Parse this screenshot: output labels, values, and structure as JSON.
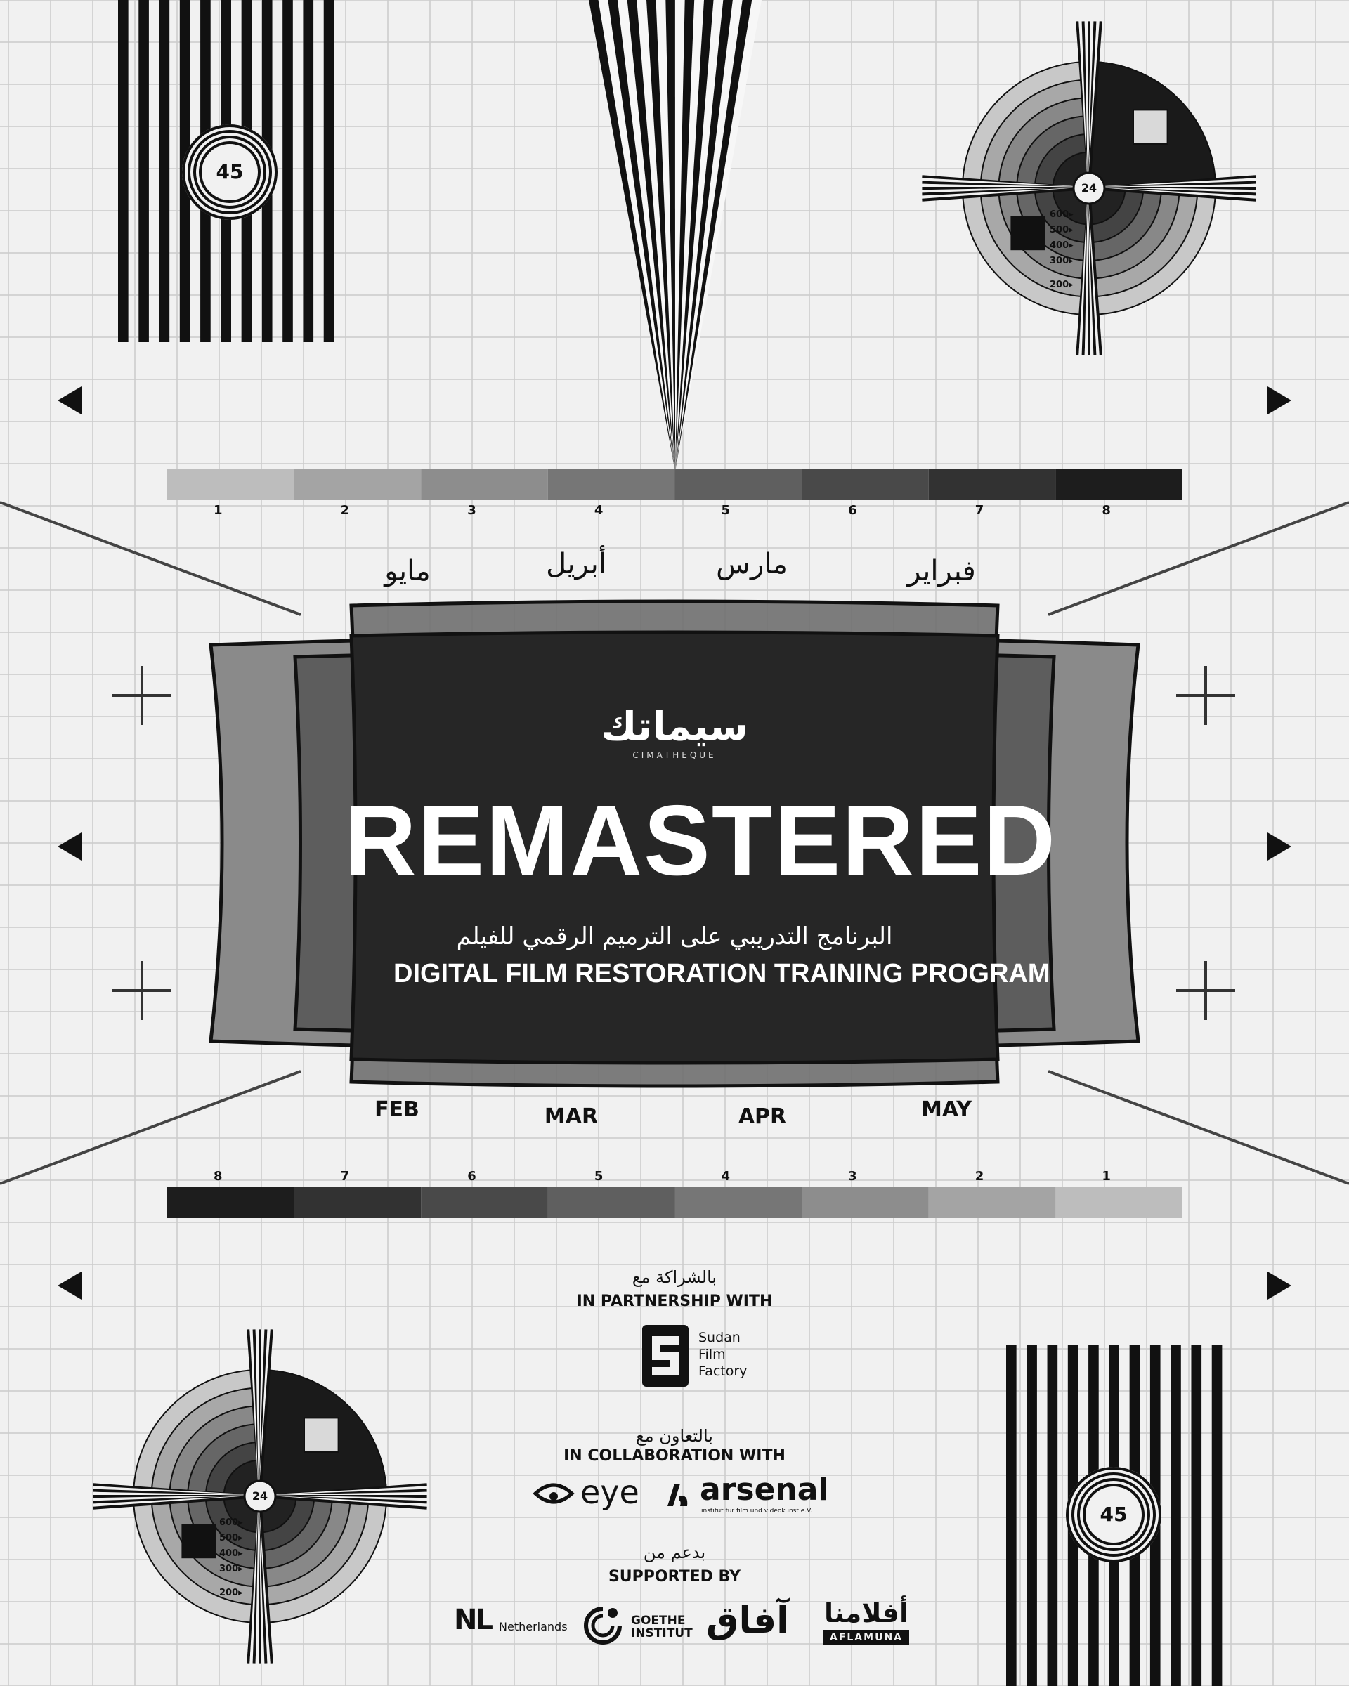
{
  "brand": {
    "logo_arabic": "سيماتك",
    "logo_latin": "CIMATHEQUE"
  },
  "title": "REMASTERED",
  "subtitle_arabic": "البرنامج التدريبي على الترميم الرقمي للفيلم",
  "subtitle_english": "DIGITAL FILM RESTORATION TRAINING PROGRAM",
  "months_arabic": [
    "مايو",
    "أبريل",
    "مارس",
    "فبراير"
  ],
  "months_english": [
    "FEB",
    "MAR",
    "APR",
    "MAY"
  ],
  "top_scale_labels": [
    "1",
    "2",
    "3",
    "4",
    "5",
    "6",
    "7",
    "8"
  ],
  "bottom_scale_labels": [
    "8",
    "7",
    "6",
    "5",
    "4",
    "3",
    "2",
    "1"
  ],
  "test_chart": {
    "number_45": "45",
    "number_24": "24",
    "line_labels": [
      "600▸",
      "500▸",
      "400▸",
      "300▸",
      "200▸"
    ]
  },
  "partnership": {
    "arabic": "بالشراكة مع",
    "english": "IN PARTNERSHIP WITH",
    "partner_name": [
      "Sudan",
      "Film",
      "Factory"
    ]
  },
  "collaboration": {
    "arabic": "بالتعاون مع",
    "english": "IN COLLABORATION WITH",
    "eye": "eye",
    "arsenal": "arsenal",
    "arsenal_sub": "institut für film und videokunst e.V."
  },
  "supported": {
    "arabic": "بدعم من",
    "english": "SUPPORTED BY",
    "nl_mark": "NL",
    "nl_name": "Netherlands",
    "goethe": [
      "GOETHE",
      "INSTITUT"
    ],
    "afac": "ﺁﻓﺎﻕ",
    "aflamuna_ar": "أفلامنا",
    "aflamuna": "AFLAMUNA"
  },
  "colors": {
    "paper": "#f1f1f1",
    "ink": "#111111",
    "screen_dark": "#262626",
    "screen_mid": "#5b5b5b",
    "grid": "#c9c9c9"
  }
}
